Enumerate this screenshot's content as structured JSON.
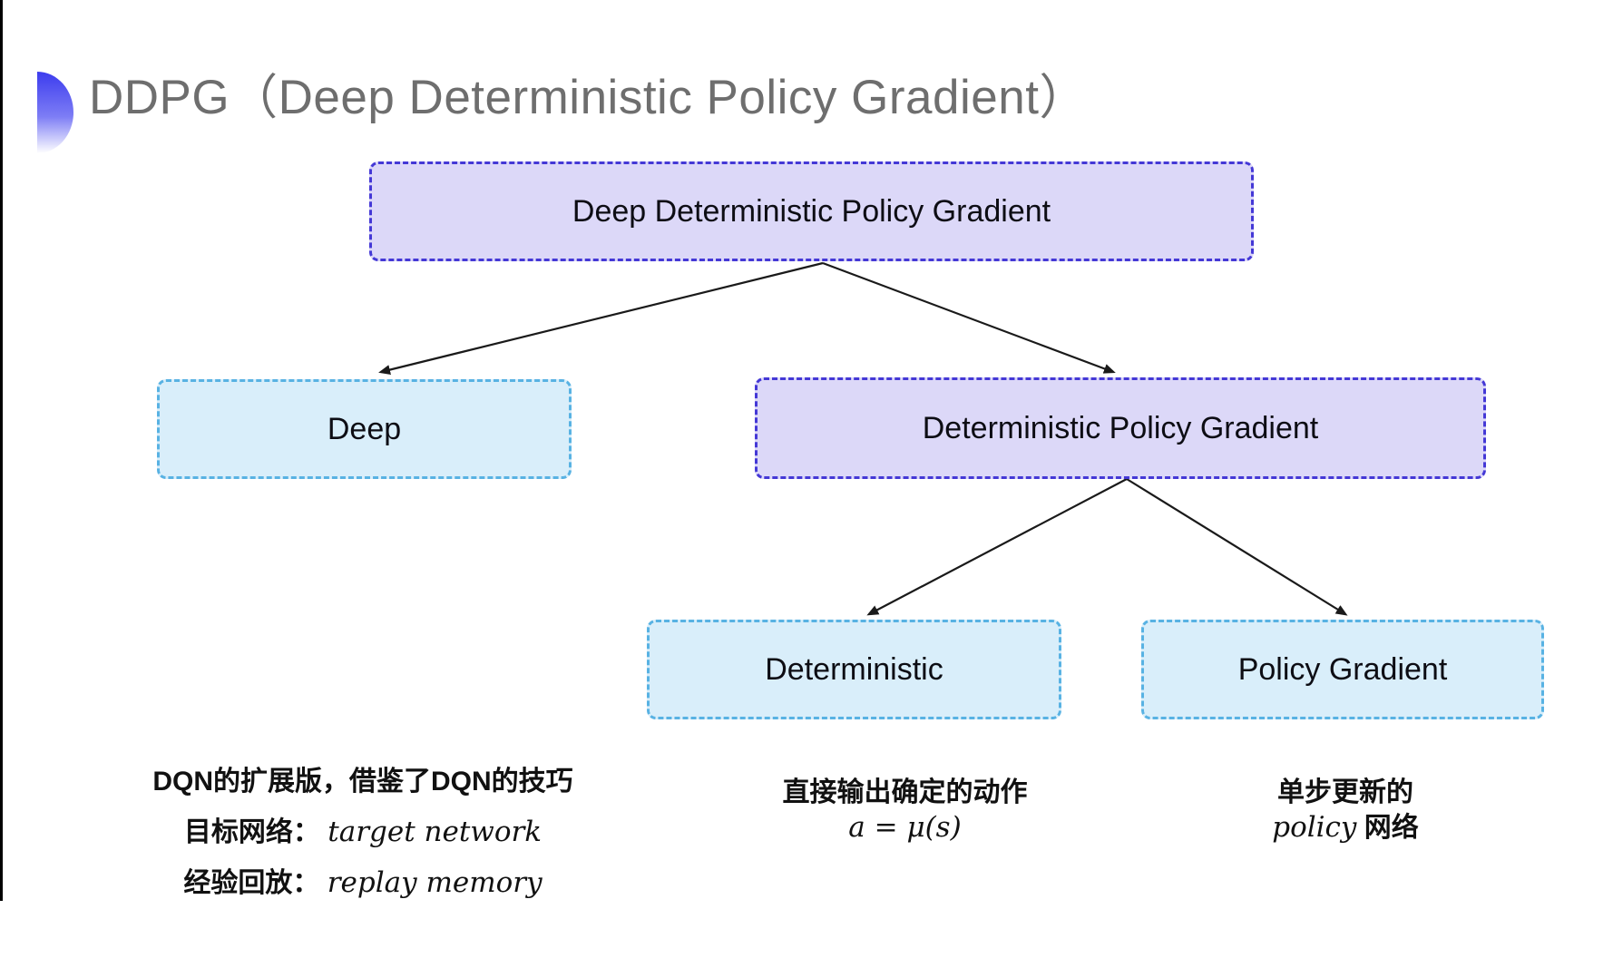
{
  "page": {
    "title": "DDPG（Deep Deterministic Policy Gradient）"
  },
  "colors": {
    "purple_node_fill": "#dcd8f8",
    "purple_node_border": "#4438d6",
    "cyan_node_fill": "#d9eefa",
    "cyan_node_border": "#58b2e3",
    "title_gray": "#6e6e6e",
    "bullet_blue": "#3c3cee",
    "arrow_black": "#1a1a1a",
    "text_black": "#111111"
  },
  "tree": {
    "root": {
      "label": "Deep Deterministic Policy Gradient"
    },
    "deep": {
      "label": "Deep"
    },
    "dpg": {
      "label": "Deterministic Policy Gradient"
    },
    "deterministic": {
      "label": "Deterministic"
    },
    "policy_gradient": {
      "label": "Policy Gradient"
    }
  },
  "annotations": {
    "left": {
      "line1": "DQN的扩展版，借鉴了DQN的技巧",
      "item1_label": "目标网络：",
      "item1_value": "target network",
      "item2_label": "经验回放：",
      "item2_value": "replay memory"
    },
    "middle": {
      "line1": "直接输出确定的动作",
      "formula": "a = μ(s)"
    },
    "right": {
      "line1": "单步更新的",
      "line2_en": "policy",
      "line2_cn": " 网络"
    }
  }
}
